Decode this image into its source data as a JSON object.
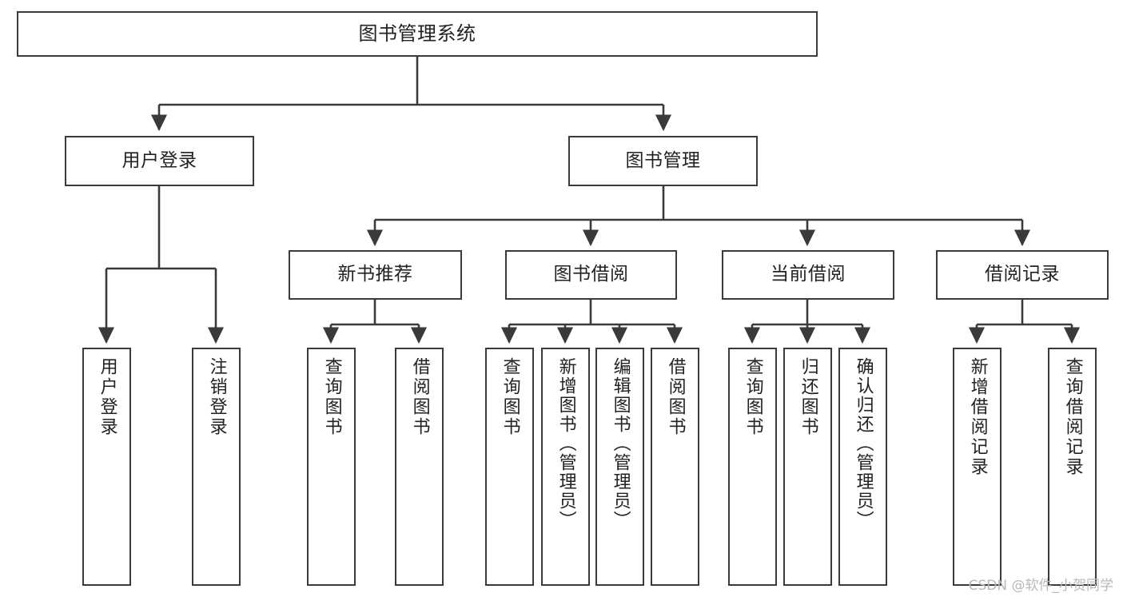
{
  "diagram": {
    "title": "图书管理系统",
    "type": "hierarchy-tree",
    "root": {
      "id": "root",
      "label": "图书管理系统"
    },
    "level2": [
      {
        "id": "user-login",
        "label": "用户登录"
      },
      {
        "id": "book-manage",
        "label": "图书管理"
      }
    ],
    "level3": [
      {
        "id": "new-book-rec",
        "label": "新书推荐"
      },
      {
        "id": "book-borrow",
        "label": "图书借阅"
      },
      {
        "id": "current-borrow",
        "label": "当前借阅"
      },
      {
        "id": "borrow-record",
        "label": "借阅记录"
      }
    ],
    "leaves": {
      "user_login": [
        {
          "id": "leaf-user-login",
          "label": "用户登录"
        },
        {
          "id": "leaf-logout-login",
          "label": "注销登录"
        }
      ],
      "new_book_rec": [
        {
          "id": "leaf-query-book-1",
          "label": "查询图书"
        },
        {
          "id": "leaf-borrow-book-1",
          "label": "借阅图书"
        }
      ],
      "book_borrow": [
        {
          "id": "leaf-query-book-2",
          "label": "查询图书"
        },
        {
          "id": "leaf-add-book",
          "label": "新增图书（管理员）"
        },
        {
          "id": "leaf-edit-book",
          "label": "编辑图书（管理员）"
        },
        {
          "id": "leaf-borrow-book-2",
          "label": "借阅图书"
        }
      ],
      "current_borrow": [
        {
          "id": "leaf-query-book-3",
          "label": "查询图书"
        },
        {
          "id": "leaf-return-book",
          "label": "归还图书"
        },
        {
          "id": "leaf-confirm-return",
          "label": "确认归还（管理员）"
        }
      ],
      "borrow_record": [
        {
          "id": "leaf-add-record",
          "label": "新增借阅记录"
        },
        {
          "id": "leaf-query-record",
          "label": "查询借阅记录"
        }
      ]
    }
  },
  "watermark": {
    "text": "CSDN @软件_小贺同学"
  },
  "colors": {
    "border": "#3a3a3a",
    "background": "#ffffff",
    "text": "#222222",
    "watermark": "#b9b9b9"
  }
}
